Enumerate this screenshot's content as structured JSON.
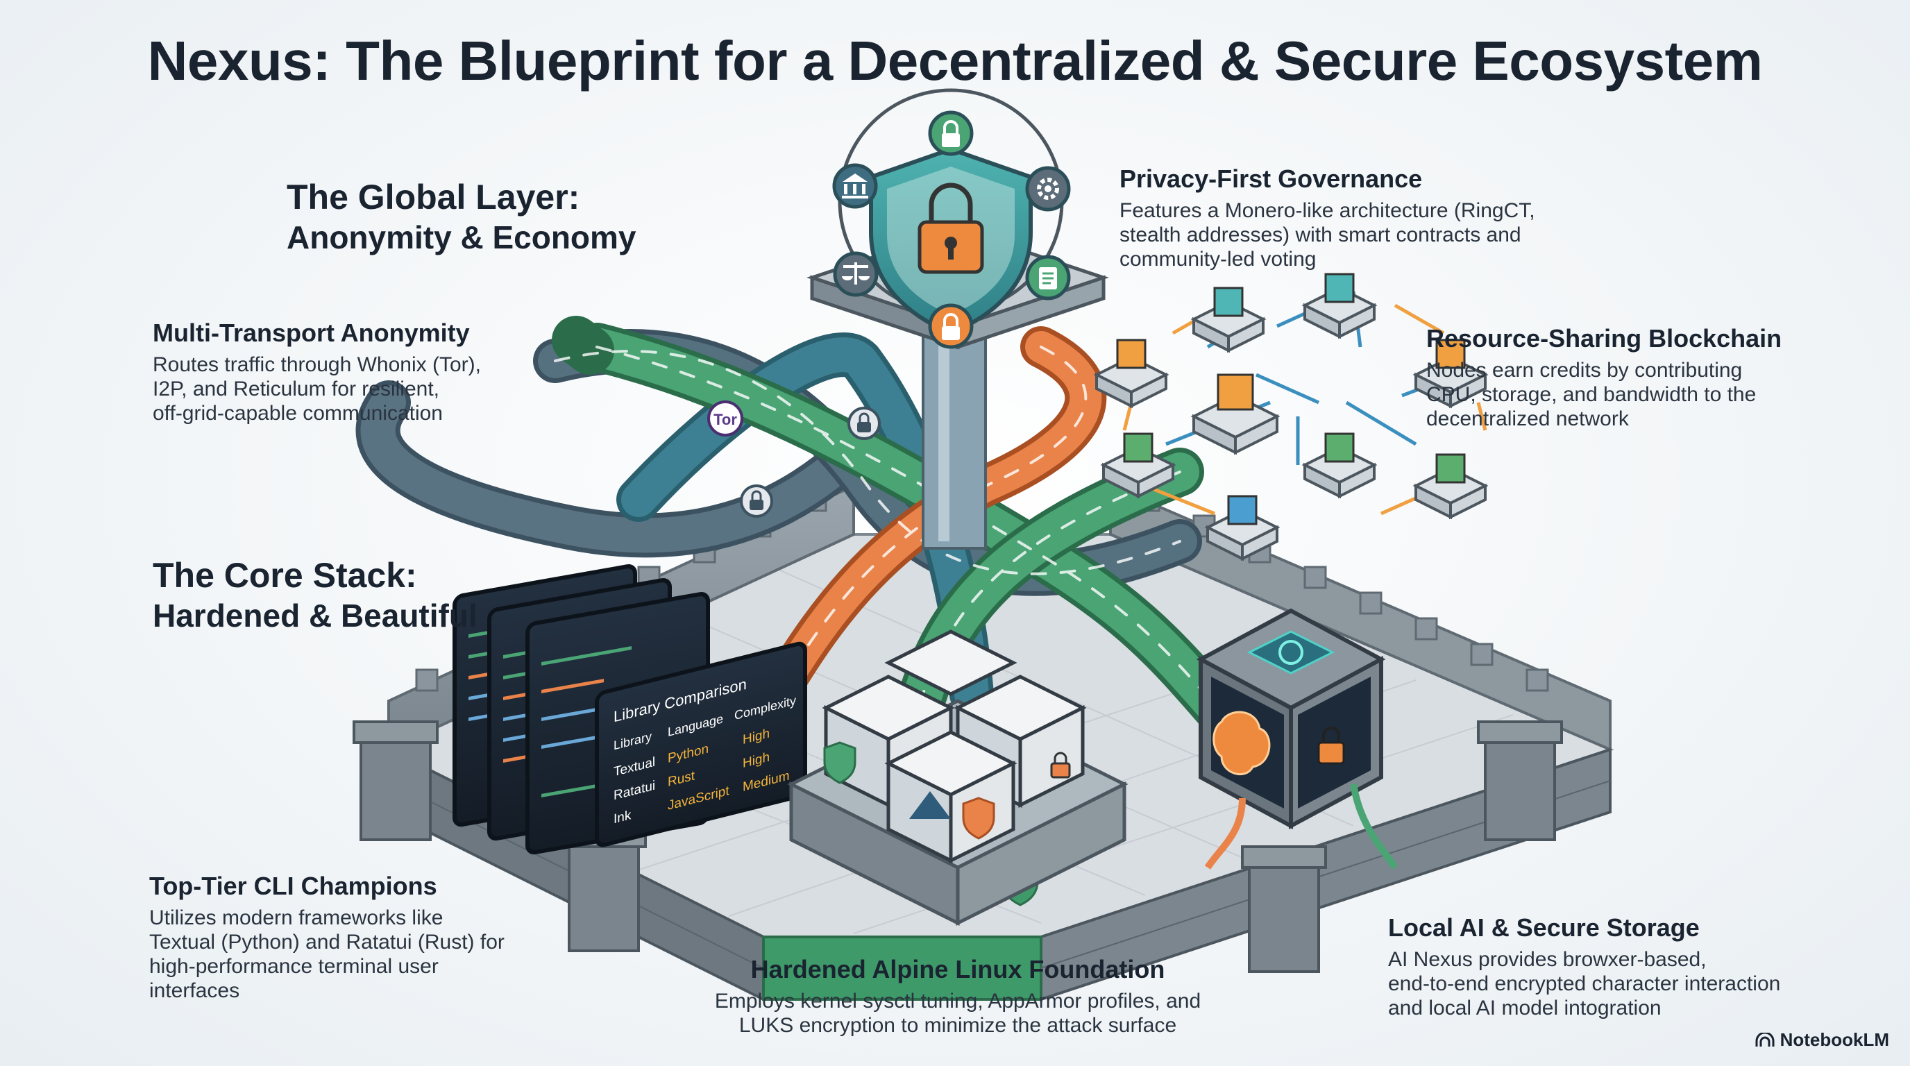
{
  "title": "Nexus: The Blueprint for a Decentralized & Secure Ecosystem",
  "global_layer": {
    "line1": "The Global Layer:",
    "line2": "Anonymity & Economy"
  },
  "core_stack": {
    "line1": "The Core Stack:",
    "line2": "Hardened & Beautiful"
  },
  "blocks": {
    "multi_transport": {
      "heading": "Multi-Transport Anonymity",
      "lines": [
        "Routes traffic through Whonix (Tor),",
        "I2P, and Reticulum for resilient,",
        "off-grid-capable communication"
      ]
    },
    "privacy_governance": {
      "heading": "Privacy-First Governance",
      "lines": [
        "Features a Monero-like architecture (RingCT,",
        "stealth addresses) with smart contracts and",
        "community-led voting"
      ]
    },
    "resource_blockchain": {
      "heading": "Resource-Sharing Blockchain",
      "lines": [
        "Nodes earn credits by contributing",
        "CPU, storage, and bandwidth to the",
        "decentralized network"
      ]
    },
    "cli_champions": {
      "heading": "Top-Tier CLI Champions",
      "lines": [
        "Utilizes modern frameworks like",
        "Textual (Python) and Ratatui (Rust) for",
        "high-performance terminal user",
        "interfaces"
      ]
    },
    "alpine_foundation": {
      "heading": "Hardened Alpine Linux Foundation",
      "lines": [
        "Employs kernel sysctl tuning, AppArmor profiles, and",
        "LUKS encryption to minimize the attack surface"
      ]
    },
    "local_ai": {
      "heading": "Local AI & Secure Storage",
      "lines": [
        "AI Nexus provides browxer-based,",
        "end-to-end encrypted character interaction",
        "and local AI model intogration"
      ]
    }
  },
  "library_table": {
    "title": "Library Comparison",
    "headers": [
      "Library",
      "Language",
      "Complexity"
    ],
    "rows": [
      [
        "Textual",
        "Python",
        "High"
      ],
      [
        "Ratatui",
        "Rust",
        "High"
      ],
      [
        "Ink",
        "JavaScript",
        "Medium"
      ]
    ]
  },
  "tor_badge": "Tor",
  "brand": "NotebookLM",
  "colors": {
    "green_road": "#3f9a6a",
    "orange_road": "#e9834a",
    "slate_road": "#4e6676",
    "teal_road": "#3e8093",
    "node_orange": "#f0a040",
    "node_teal": "#4fb5b5",
    "node_green": "#5cae6e",
    "node_blue": "#4a9fd0",
    "wall": "#7f8b94",
    "terminal": "#1d2733",
    "accent_text": "#1a2330"
  }
}
